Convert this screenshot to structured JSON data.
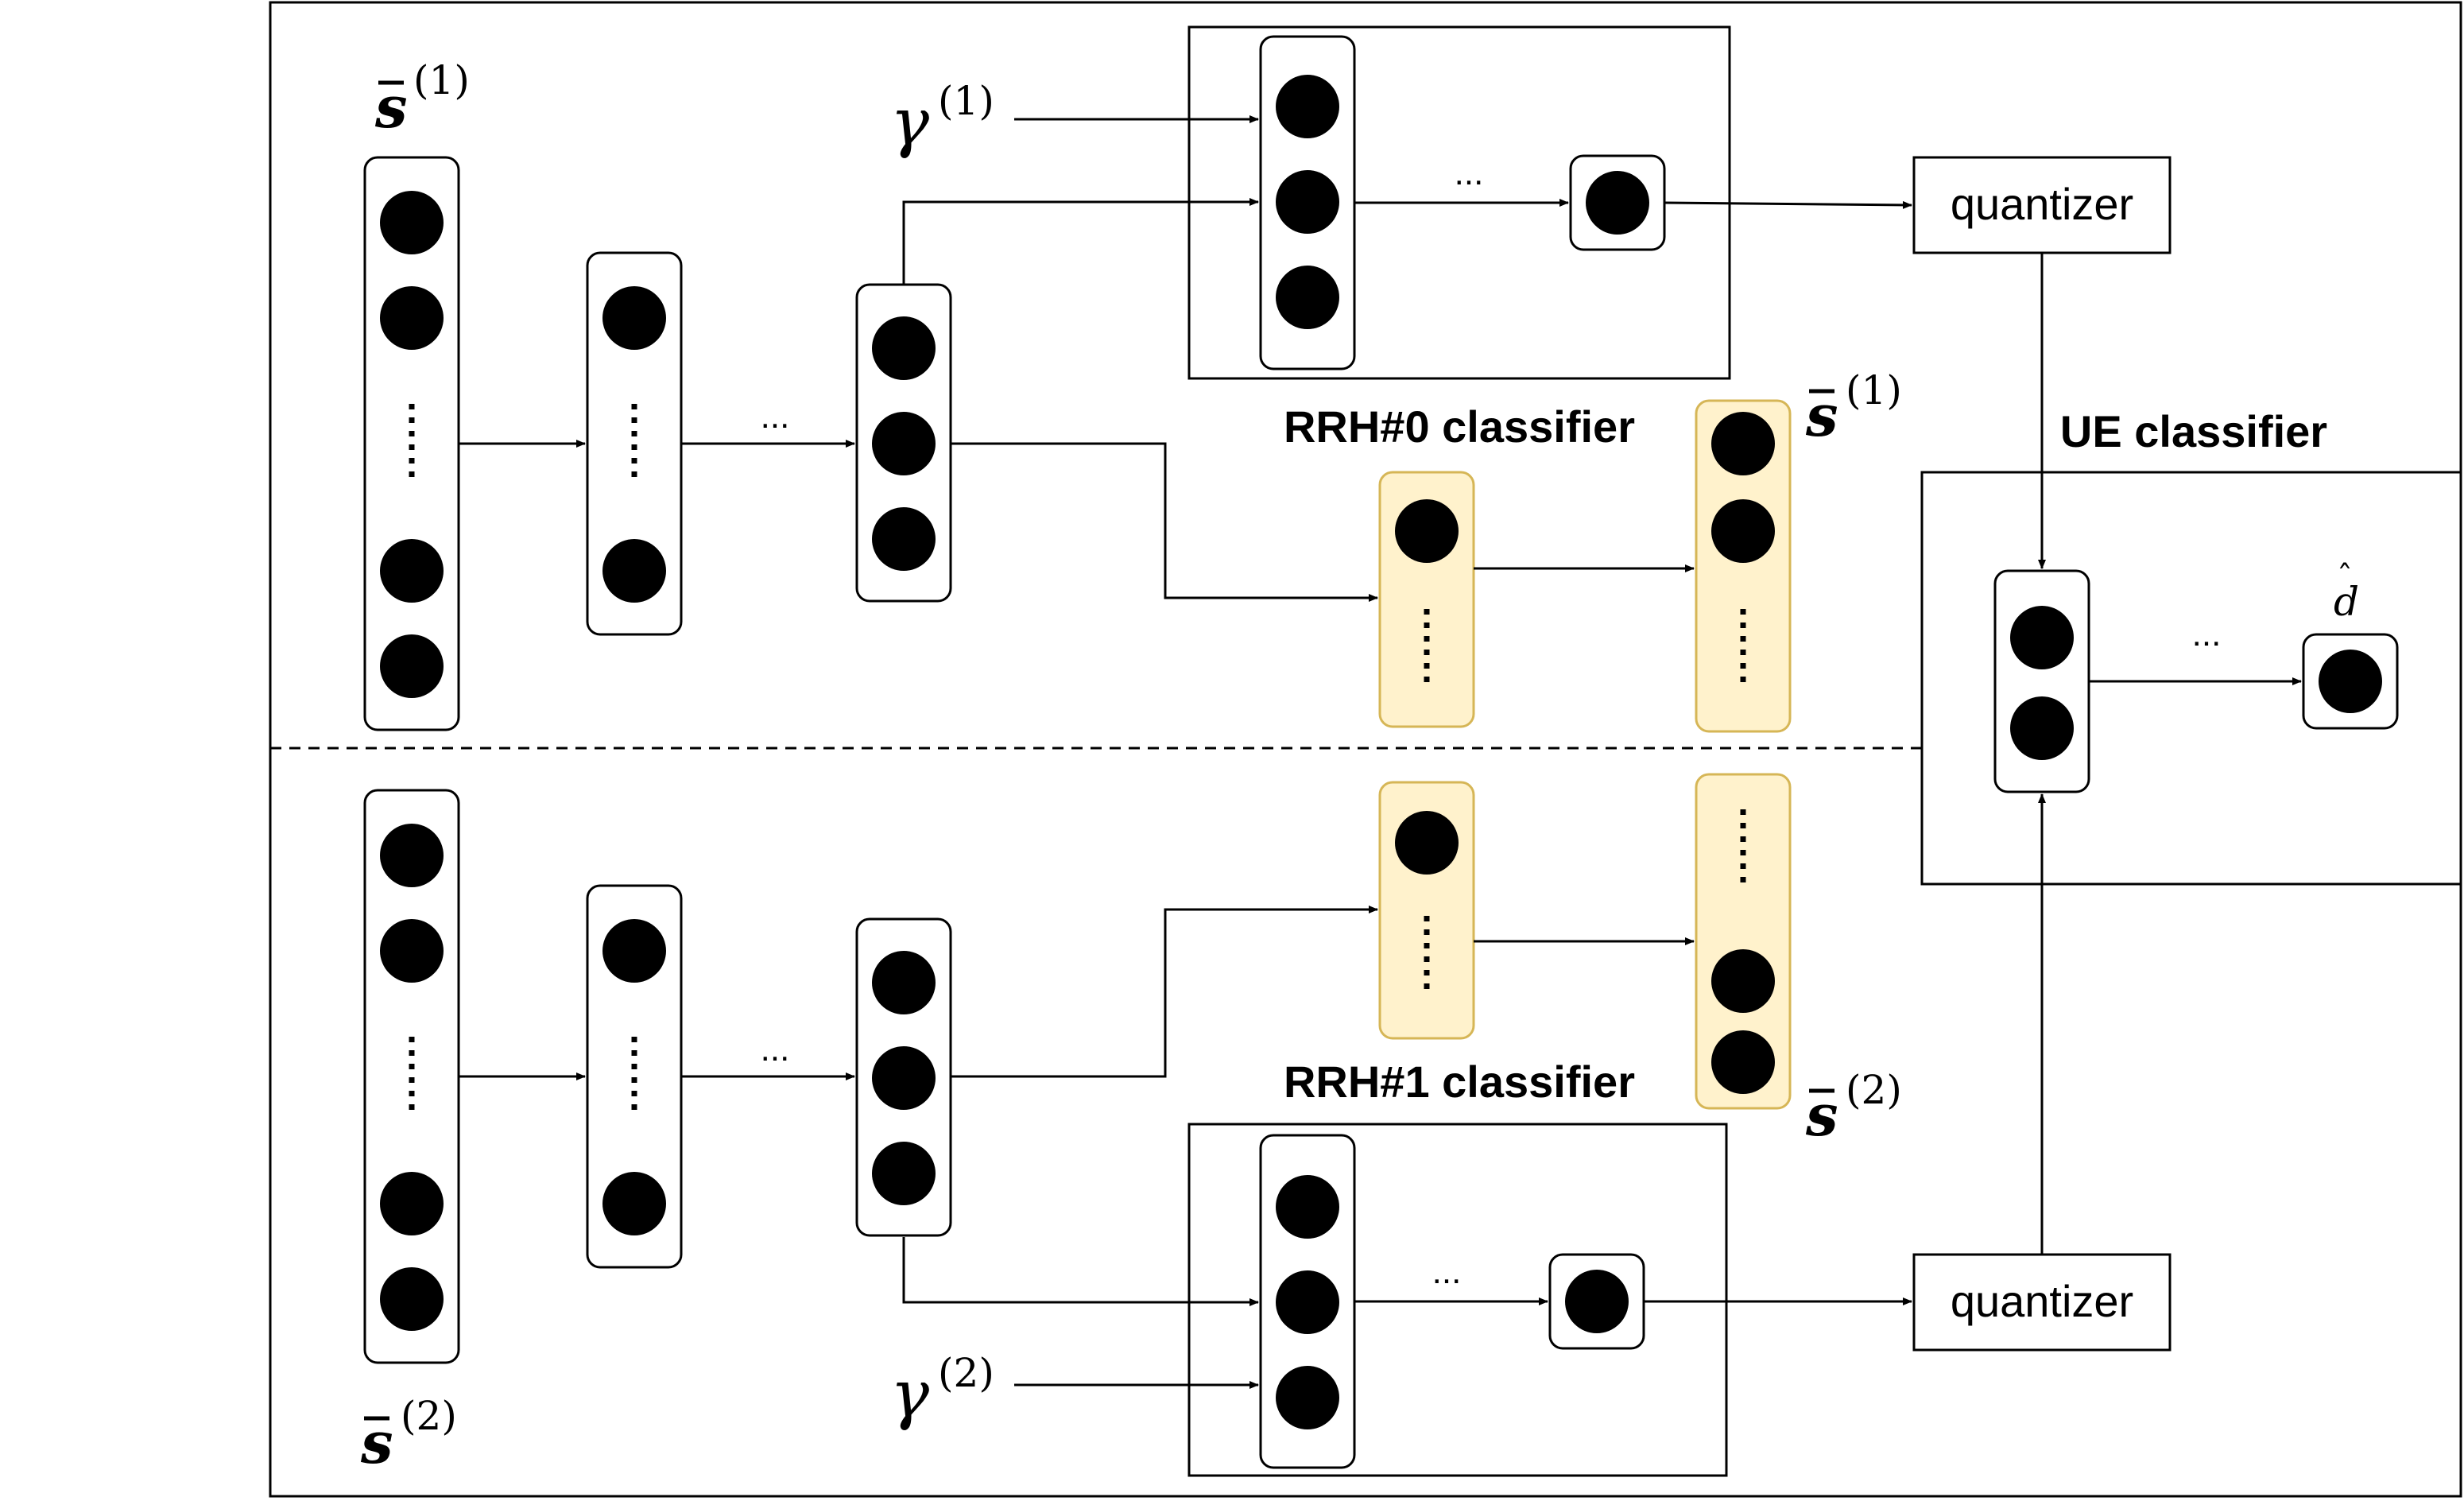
{
  "labels": {
    "rrh0_classifier": "RRH#0 classifier",
    "rrh1_classifier": "RRH#1 classifier",
    "ue_classifier": "UE classifier",
    "quantizer_top": "quantizer",
    "quantizer_bottom": "quantizer",
    "ellipsis": "..."
  },
  "math": {
    "s_bar": "s",
    "sup1": "(1)",
    "sup2": "(2)",
    "gamma": "γ",
    "d_hat": "d",
    "hat": "ˆ"
  },
  "colors": {
    "classifier_fill": "#FFF2CC",
    "classifier_stroke": "#D6B656",
    "line": "#000000",
    "node": "#000000"
  }
}
